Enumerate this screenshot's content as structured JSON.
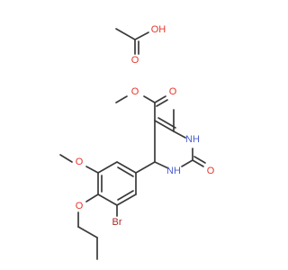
{
  "atom_labels": {
    "oh_acetic": "OH",
    "o_acetic": "O",
    "o_ester_carbonyl": "O",
    "o_ester": "O",
    "o_methoxy": "O",
    "o_propoxy": "O",
    "o_urea": "O",
    "n_top": "NH",
    "n_bottom": "NH",
    "br": "Br"
  },
  "colors": {
    "carbon": "#3a3a3a",
    "oxygen": "#e8342a",
    "nitrogen": "#4a5fd0",
    "bromine": "#a52a2a"
  }
}
